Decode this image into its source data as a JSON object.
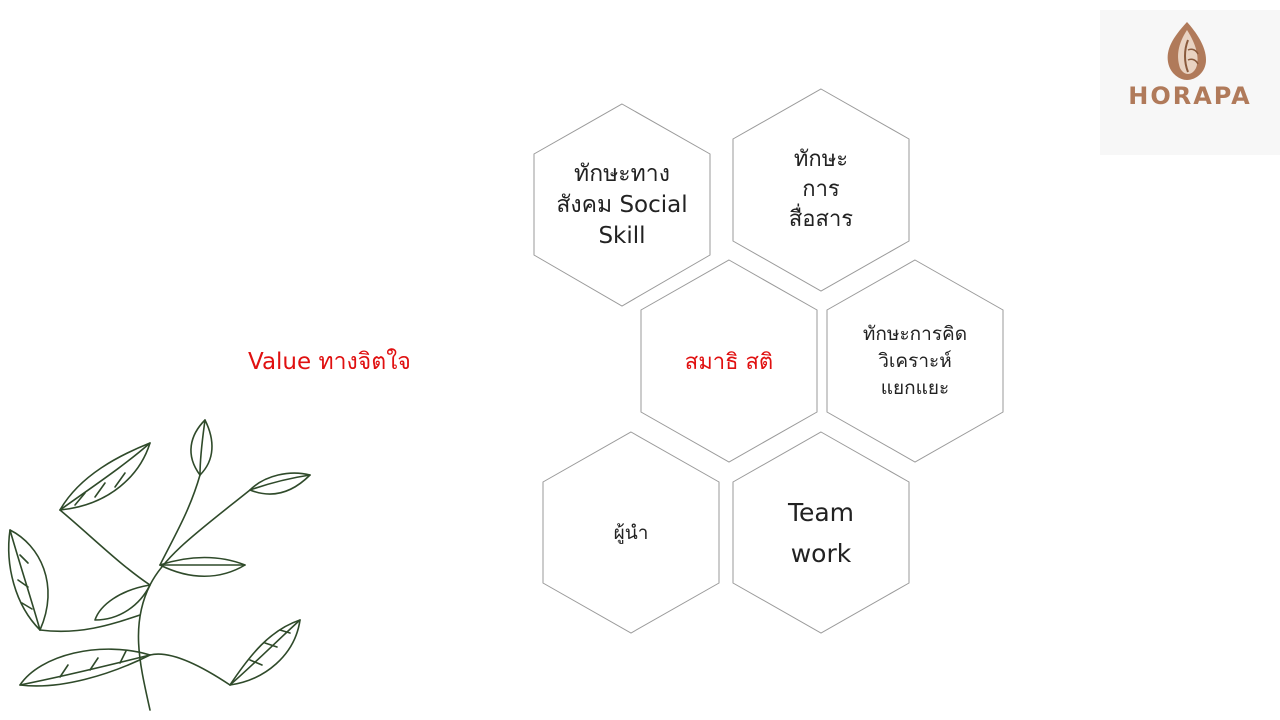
{
  "brand": {
    "name": "HORAPA",
    "color": "#b07a5a"
  },
  "value_label": "Value ทางจิตใจ",
  "hexagons": [
    {
      "id": "social",
      "text": "ทักษะทาง\nสังคม Social\nSkill"
    },
    {
      "id": "communication",
      "text": "ทักษะ\nการ\nสื่อสาร"
    },
    {
      "id": "mindfulness",
      "text": "สมาธิ สติ",
      "color": "#e01010"
    },
    {
      "id": "analytical",
      "text": "ทักษะการคิด\nวิเคราะห์\nแยกแยะ"
    },
    {
      "id": "leader",
      "text": "ผู้นำ"
    },
    {
      "id": "teamwork",
      "text": "Team\nwork"
    }
  ],
  "colors": {
    "hex_stroke": "#9a9a9a",
    "accent": "#e01010",
    "leaf": "#2f4a2a"
  }
}
